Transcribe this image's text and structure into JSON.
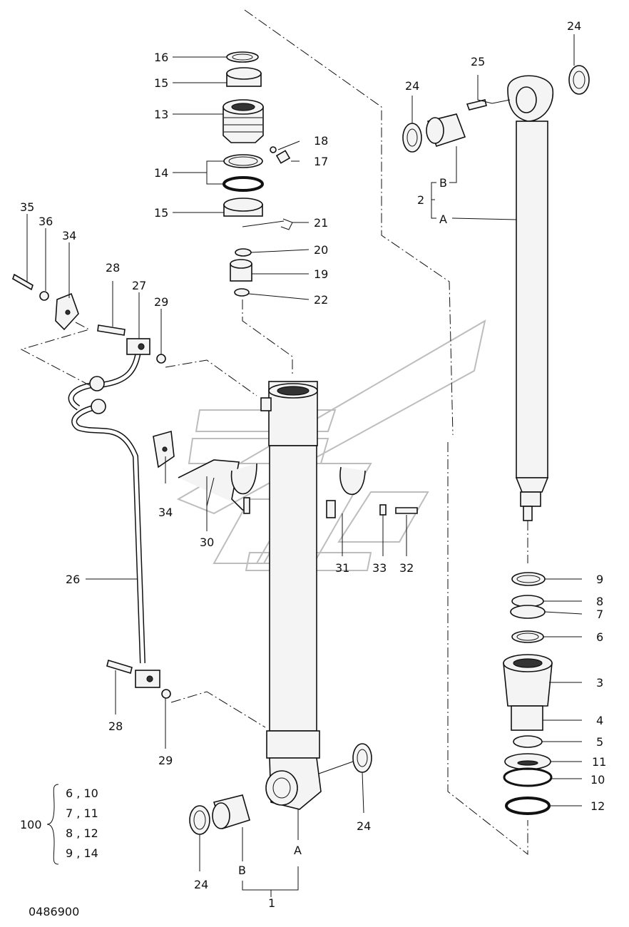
{
  "drawing_code": "0486900",
  "callouts": {
    "c1": "1",
    "c2": "2",
    "c3": "3",
    "c4": "4",
    "c5": "5",
    "c6": "6",
    "c7": "7",
    "c8": "8",
    "c9": "9",
    "c10": "10",
    "c11": "11",
    "c12": "12",
    "c13": "13",
    "c14": "14",
    "c15a": "15",
    "c15b": "15",
    "c16": "16",
    "c17": "17",
    "c18": "18",
    "c19": "19",
    "c20": "20",
    "c21": "21",
    "c22": "22",
    "c24a": "24",
    "c24b": "24",
    "c24c": "24",
    "c24d": "24",
    "c25": "25",
    "c26": "26",
    "c27": "27",
    "c28a": "28",
    "c28b": "28",
    "c29a": "29",
    "c29b": "29",
    "c30": "30",
    "c31": "31",
    "c32": "32",
    "c33": "33",
    "c34a": "34",
    "c34b": "34",
    "c35": "35",
    "c36": "36",
    "rodA": "A",
    "rodB": "B",
    "tubeA": "A",
    "tubeB": "B"
  },
  "kit": {
    "number": "100",
    "rows": [
      "6 , 10",
      "7 , 11",
      "8 , 12",
      "9 , 14"
    ]
  }
}
